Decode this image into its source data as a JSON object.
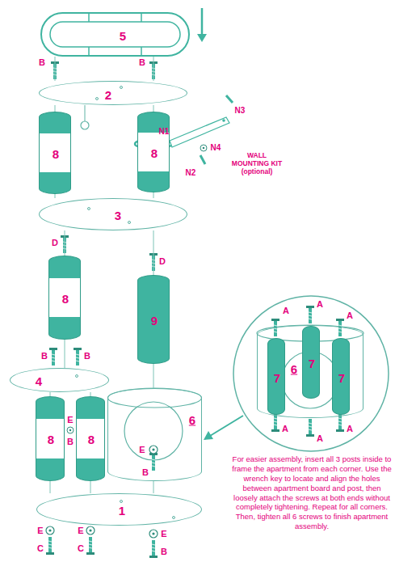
{
  "diagram": {
    "nodes": [
      {
        "text": [
          "5"
        ]
      },
      {
        "text": [
          "2"
        ]
      },
      {
        "text": [
          "8"
        ]
      },
      {
        "text": [
          "8"
        ]
      },
      {
        "text": [
          "3"
        ]
      },
      {
        "text": [
          "8"
        ]
      },
      {
        "text": [
          "9"
        ]
      },
      {
        "text": [
          "4"
        ]
      },
      {
        "text": [
          "8"
        ]
      },
      {
        "text": [
          "8"
        ]
      },
      {
        "text": [
          "6"
        ]
      },
      {
        "text": [
          "1"
        ]
      },
      {
        "text": [
          "6"
        ]
      },
      {
        "text": [
          "7"
        ],
        "in": 12
      },
      {
        "text": [
          "7"
        ],
        "in": 12
      },
      {
        "text": [
          "7"
        ],
        "in": 12
      }
    ],
    "edges": [
      {
        "from": 0,
        "to": 1,
        "arrow": "none"
      },
      {
        "from": 0,
        "to": 1,
        "arrow": "none"
      },
      {
        "from": 1,
        "to": 2,
        "arrow": "none"
      },
      {
        "from": 1,
        "to": 3,
        "arrow": "none"
      },
      {
        "from": 2,
        "to": 4,
        "arrow": "none"
      },
      {
        "from": 3,
        "to": 4,
        "arrow": "none"
      },
      {
        "from": 4,
        "to": 5,
        "arrow": "none"
      },
      {
        "from": 4,
        "to": 6,
        "arrow": "none"
      },
      {
        "from": 5,
        "to": 7,
        "arrow": "none"
      },
      {
        "from": 7,
        "to": 8,
        "arrow": "none"
      },
      {
        "from": 7,
        "to": 9,
        "arrow": "none"
      },
      {
        "from": 8,
        "to": 11,
        "arrow": "none"
      },
      {
        "from": 9,
        "to": 11,
        "arrow": "none"
      },
      {
        "from": 6,
        "to": 10,
        "arrow": "none"
      },
      {
        "from": 10,
        "to": 11,
        "arrow": "none"
      }
    ],
    "labels": [
      "B",
      "B",
      "N1",
      "N3",
      "WALL MOUNTING KIT (optional)",
      "N4",
      "N2",
      "D",
      "D",
      "B",
      "B",
      "E",
      "B",
      "E",
      "B",
      "E",
      "C",
      "E",
      "C",
      "E",
      "B",
      "A",
      "A",
      "A",
      "A",
      "A",
      "A",
      "For easier assembly, insert all 3 posts inside to frame the apartment from each corner. Use the wrench key to locate and align the holes between apartment board and post, then loosely attach the screws at both ends without completely tightening. Repeat for all corners. Then, tighten all 6 screws to finish apartment assembly."
    ]
  }
}
